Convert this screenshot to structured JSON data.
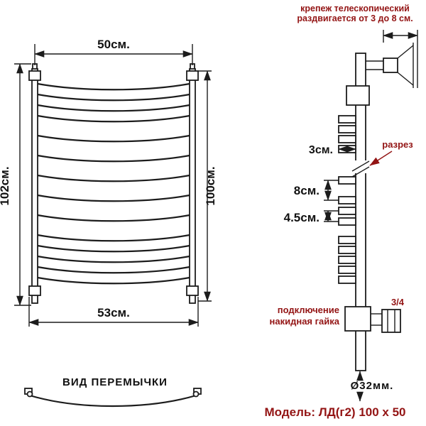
{
  "model_label": "Модель: ЛД(г2) 100 х 50",
  "front_view": {
    "dim_top": "50см.",
    "dim_left": "102см.",
    "dim_right": "100см.",
    "dim_bottom": "53см.",
    "crossbar_view_label": "ВИД ПЕРЕМЫЧКИ"
  },
  "side_view": {
    "mount_note_line1": "крепеж телескопический",
    "mount_note_line2": "раздвигается от 3 до 8 см.",
    "dim_stub": "3см.",
    "section_label": "разрез",
    "dim_gap_large": "8см.",
    "dim_gap_small": "4.5см.",
    "connection_line1": "подключение",
    "connection_line2": "накидная гайка",
    "thread_size": "3/4",
    "pipe_diameter": "Ø32мм."
  },
  "colors": {
    "line": "#1c1c1c",
    "accent_red": "#931414",
    "background": "#ffffff"
  }
}
